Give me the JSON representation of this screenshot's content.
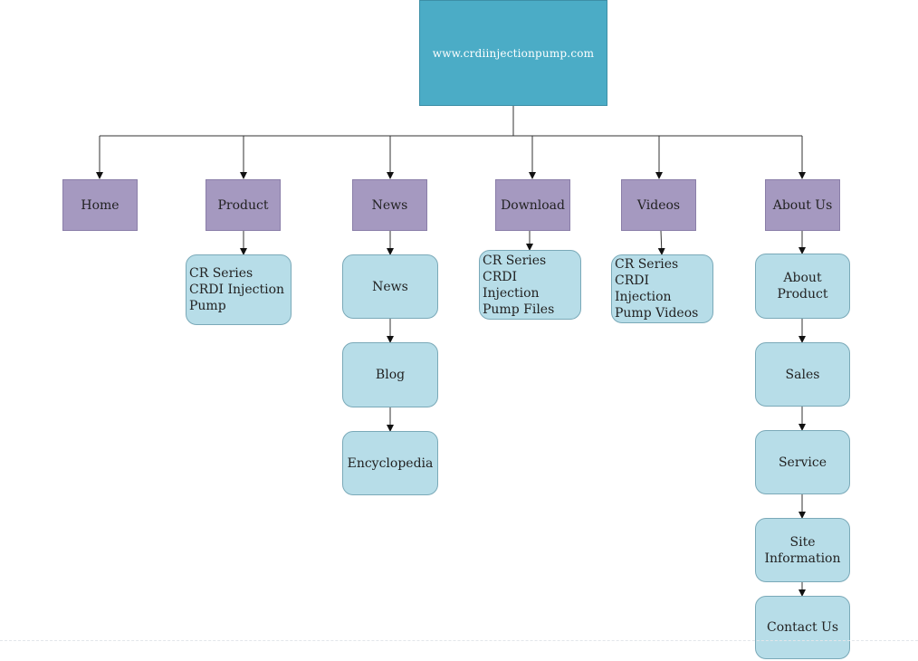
{
  "root": {
    "label": "www.crdiinjectionpump.com"
  },
  "categories": {
    "home": {
      "label": "Home"
    },
    "product": {
      "label": "Product"
    },
    "news": {
      "label": "News"
    },
    "download": {
      "label": "Download"
    },
    "videos": {
      "label": "Videos"
    },
    "about": {
      "label": "About Us"
    }
  },
  "pages": {
    "product_item": {
      "label": "CR Series CRDI Injection Pump"
    },
    "news": {
      "label": "News"
    },
    "blog": {
      "label": "Blog"
    },
    "encyclopedia": {
      "label": "Encyclopedia"
    },
    "download_item": {
      "label": "CR Series CRDI Injection Pump Files"
    },
    "videos_item": {
      "label": "CR Series CRDI Injection Pump Videos"
    },
    "about_product": {
      "label": "About Product"
    },
    "sales": {
      "label": "Sales"
    },
    "service": {
      "label": "Service"
    },
    "site_information": {
      "label": "Site Information"
    },
    "contact_us": {
      "label": "Contact Us"
    }
  },
  "colors": {
    "root_fill": "#4bacc6",
    "category_fill": "#a599c0",
    "page_fill": "#b7dde8",
    "connector": "#333333"
  }
}
